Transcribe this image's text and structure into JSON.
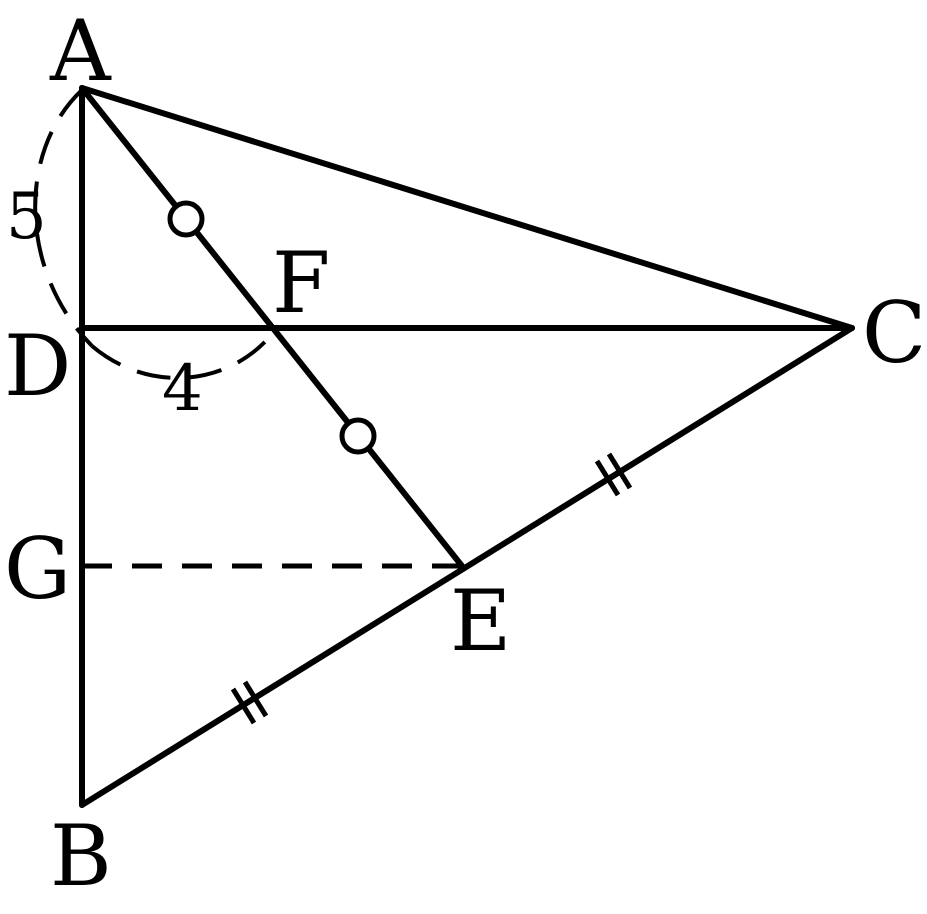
{
  "points": {
    "A": "A",
    "B": "B",
    "C": "C",
    "D": "D",
    "E": "E",
    "F": "F",
    "G": "G"
  },
  "measures": {
    "AD": "5",
    "DF": "4"
  },
  "marks": {
    "AF_FE_equal": "circle-mark",
    "BE_EC_equal": "double-tick-mark"
  }
}
